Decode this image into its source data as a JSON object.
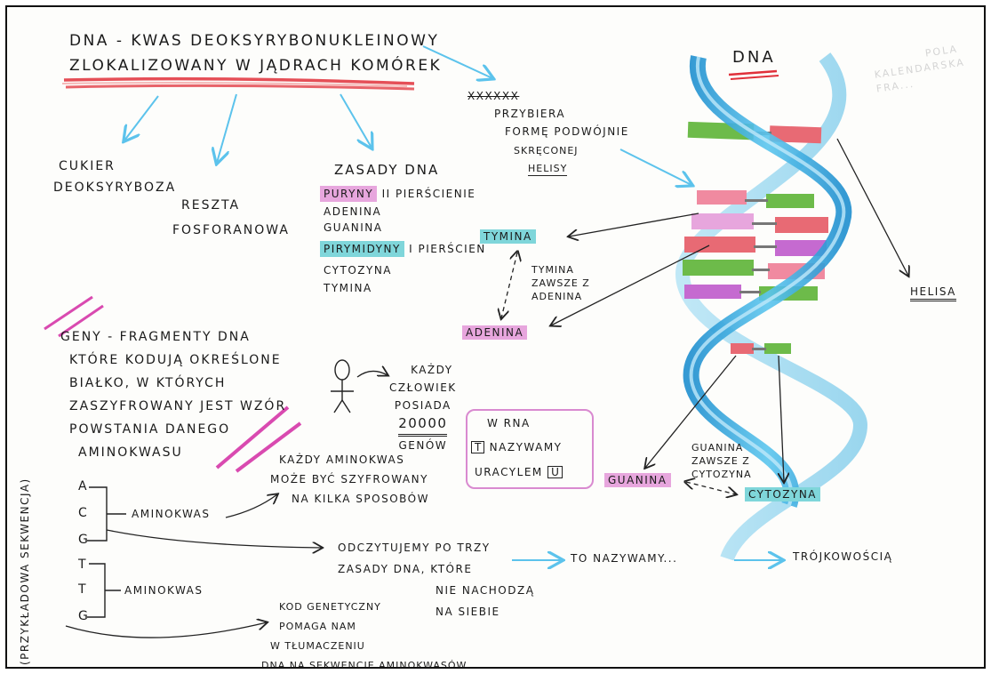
{
  "title_line1": "DNA - KWAS DEOKSYRYBONUKLEINOWY",
  "title_line2": "ZLOKALIZOWANY W JĄDRACH KOMÓREK",
  "components": {
    "sugar_1": "CUKIER",
    "sugar_2": "DEOKSYRYBOZA",
    "phosphate_1": "RESZTA",
    "phosphate_2": "FOSFORANOWA",
    "bases_title": "ZASADY DNA",
    "purines": "PURYNY",
    "purines_note": "II PIERŚCIENIE",
    "adenine": "ADENINA",
    "guanine": "GUANINA",
    "pyrimidines": "PIRYMIDYNY",
    "pyrimidines_note": "I PIERŚCIEŃ",
    "cytosine": "CYTOZYNA",
    "thymine": "TYMINA"
  },
  "helix_note": {
    "struck": "XXXXXX",
    "line1": "PRZYBIERA",
    "line2": "FORMĘ PODWÓJNIE",
    "line3": "SKRĘCONEJ",
    "line4": "HELISY"
  },
  "diagram": {
    "title": "DNA",
    "helix_label": "HELISA",
    "label_thymine": "TYMINA",
    "label_adenine": "ADENINA",
    "label_guanine": "GUANINA",
    "label_cytosine": "CYTOZYNA",
    "pair_at_1": "TYMINA",
    "pair_at_2": "ZAWSZE Z",
    "pair_at_3": "ADENINA",
    "pair_gc_1": "GUANINA",
    "pair_gc_2": "ZAWSZE Z",
    "pair_gc_3": "CYTOZYNA"
  },
  "genes": {
    "line1": "GENY - FRAGMENTY DNA",
    "line2": "KTÓRE KODUJĄ OKREŚLONE",
    "line3": "BIAŁKO, W KTÓRYCH",
    "line4": "ZASZYFROWANY JEST WZÓR",
    "line5": "POWSTANIA DANEGO",
    "line6": "AMINOKWASU"
  },
  "person": {
    "line1": "KAŻDY",
    "line2": "CZŁOWIEK",
    "line3": "POSIADA",
    "count": "20000",
    "line4": "GENÓW"
  },
  "rna": {
    "line1": "W RNA",
    "t_letter": "T",
    "line2": "NAZYWAMY",
    "line3": "URACYLEM",
    "u_letter": "U"
  },
  "codons": {
    "vertical_label": "(PRZYKŁADOWA SEKWENCJA)",
    "seq1": [
      "A",
      "C",
      "G"
    ],
    "seq2": [
      "T",
      "T",
      "G"
    ],
    "amino1": "AMINOKWAS",
    "amino2": "AMINOKWAS",
    "each_1": "KAŻDY AMINOKWAS",
    "each_2": "MOŻE BYĆ SZYFROWANY",
    "each_3": "NA KILKA SPOSOBÓW",
    "read_1": "ODCZYTUJEMY PO TRZY",
    "read_2": "ZASADY DNA, KTÓRE",
    "read_3": "NIE NACHODZĄ",
    "read_4": "NA SIEBIE",
    "call_it": "TO NAZYWAMY...",
    "triplet": "TRÓJKOWOŚCIĄ",
    "code_1": "KOD GENETYCZNY",
    "code_2": "POMAGA NAM",
    "code_3": "W TŁUMACZENIU",
    "code_4": "DNA NA SEKWENCJĘ AMINOKWASÓW"
  },
  "ghost_text": {
    "line1": "POLA",
    "line2": "KALENDARSKA FRA..."
  },
  "colors": {
    "pink_highlight": "#e7a6dd",
    "cyan_highlight": "#7fd6da",
    "red_underline": "#e0303a",
    "helix_blue": "#38aee0",
    "arrow_blue": "#5cc3ec"
  }
}
